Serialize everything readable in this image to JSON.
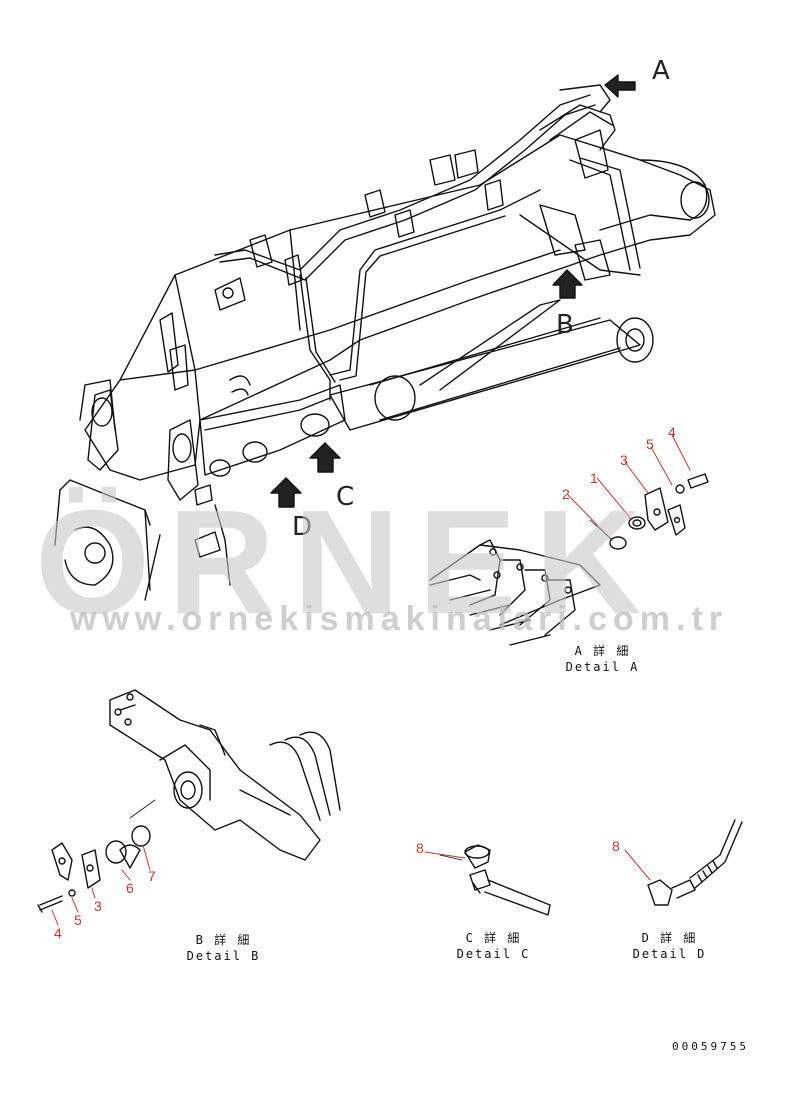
{
  "view_labels": {
    "a": "A",
    "b": "B",
    "c": "C",
    "d": "D"
  },
  "captions": {
    "a": {
      "jp": "A 詳 細",
      "en": "Detail A"
    },
    "b": {
      "jp": "B 詳 細",
      "en": "Detail B"
    },
    "c": {
      "jp": "C 詳 細",
      "en": "Detail C"
    },
    "d": {
      "jp": "D 詳 細",
      "en": "Detail D"
    }
  },
  "part_numbers": {
    "a": [
      "1",
      "2",
      "3",
      "4",
      "5"
    ],
    "b": [
      "3",
      "4",
      "5",
      "6",
      "7"
    ],
    "c": [
      "8"
    ],
    "d": [
      "8"
    ]
  },
  "colors": {
    "callout": "#c0392b",
    "line": "#111111",
    "watermark": "#c8c8c8",
    "accent": "#f0c040"
  },
  "watermark": {
    "text": "ÖRNEK",
    "url": "www.ornekismakinalari.com.tr"
  },
  "drawing_code": "00059755"
}
